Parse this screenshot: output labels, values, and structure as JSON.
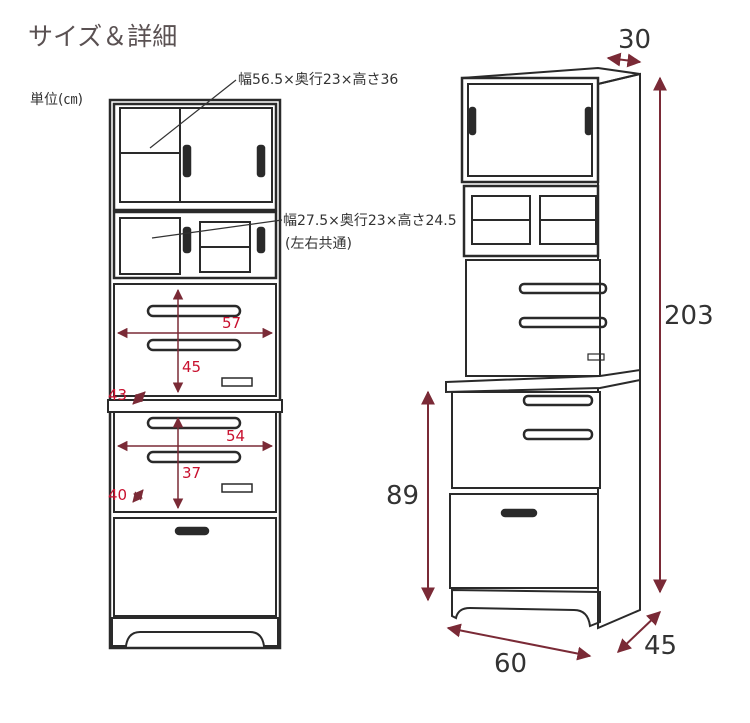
{
  "title": "サイズ＆詳細",
  "unit_label": "単位(㎝)",
  "top_cabinet_note": "幅56.5×奥行23×高さ36",
  "small_cabinet_note": "幅27.5×奥行23×高さ24.5",
  "small_cabinet_note_sub": "(左右共通)",
  "front_dims": {
    "shelf_width_1": "57",
    "shelf_height_1": "45",
    "shelf_depth_1": "43",
    "shelf_width_2": "54",
    "shelf_height_2": "37",
    "shelf_depth_2": "40"
  },
  "side_dims": {
    "top_depth": "30",
    "total_height": "203",
    "counter_height": "89",
    "width": "60",
    "depth": "45"
  },
  "colors": {
    "red": "#c8102e",
    "maroon": "#7a2a36",
    "outline": "#2a2a2a",
    "title": "#5a5152"
  }
}
